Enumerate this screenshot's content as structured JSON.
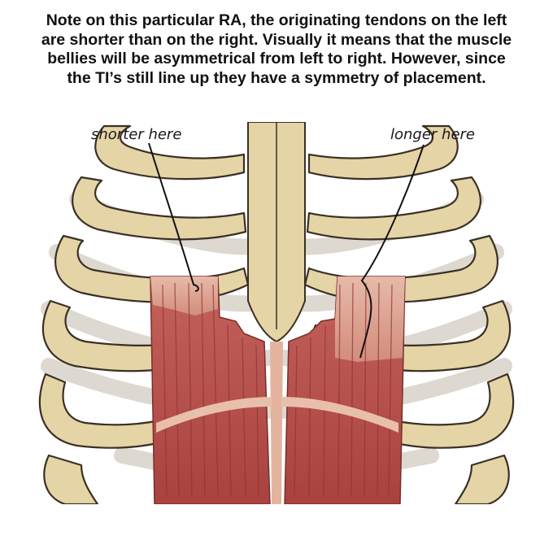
{
  "caption": {
    "lines": [
      "Note on this particular RA, the originating tendons on the left",
      "are shorter than on the right. Visually it means that the muscle",
      "bellies will be asymmetrical from left to right. However, since",
      "the TI’s still line up they have a symmetry of placement."
    ]
  },
  "annotations": {
    "left": "shorter here",
    "right": "longer here"
  },
  "colors": {
    "bone": "#E5D4A6",
    "bone_outline": "#3A3024",
    "muscle": "#B9504E",
    "tendon": "#E4B39E",
    "back_ribs": "#DCD7CF"
  }
}
